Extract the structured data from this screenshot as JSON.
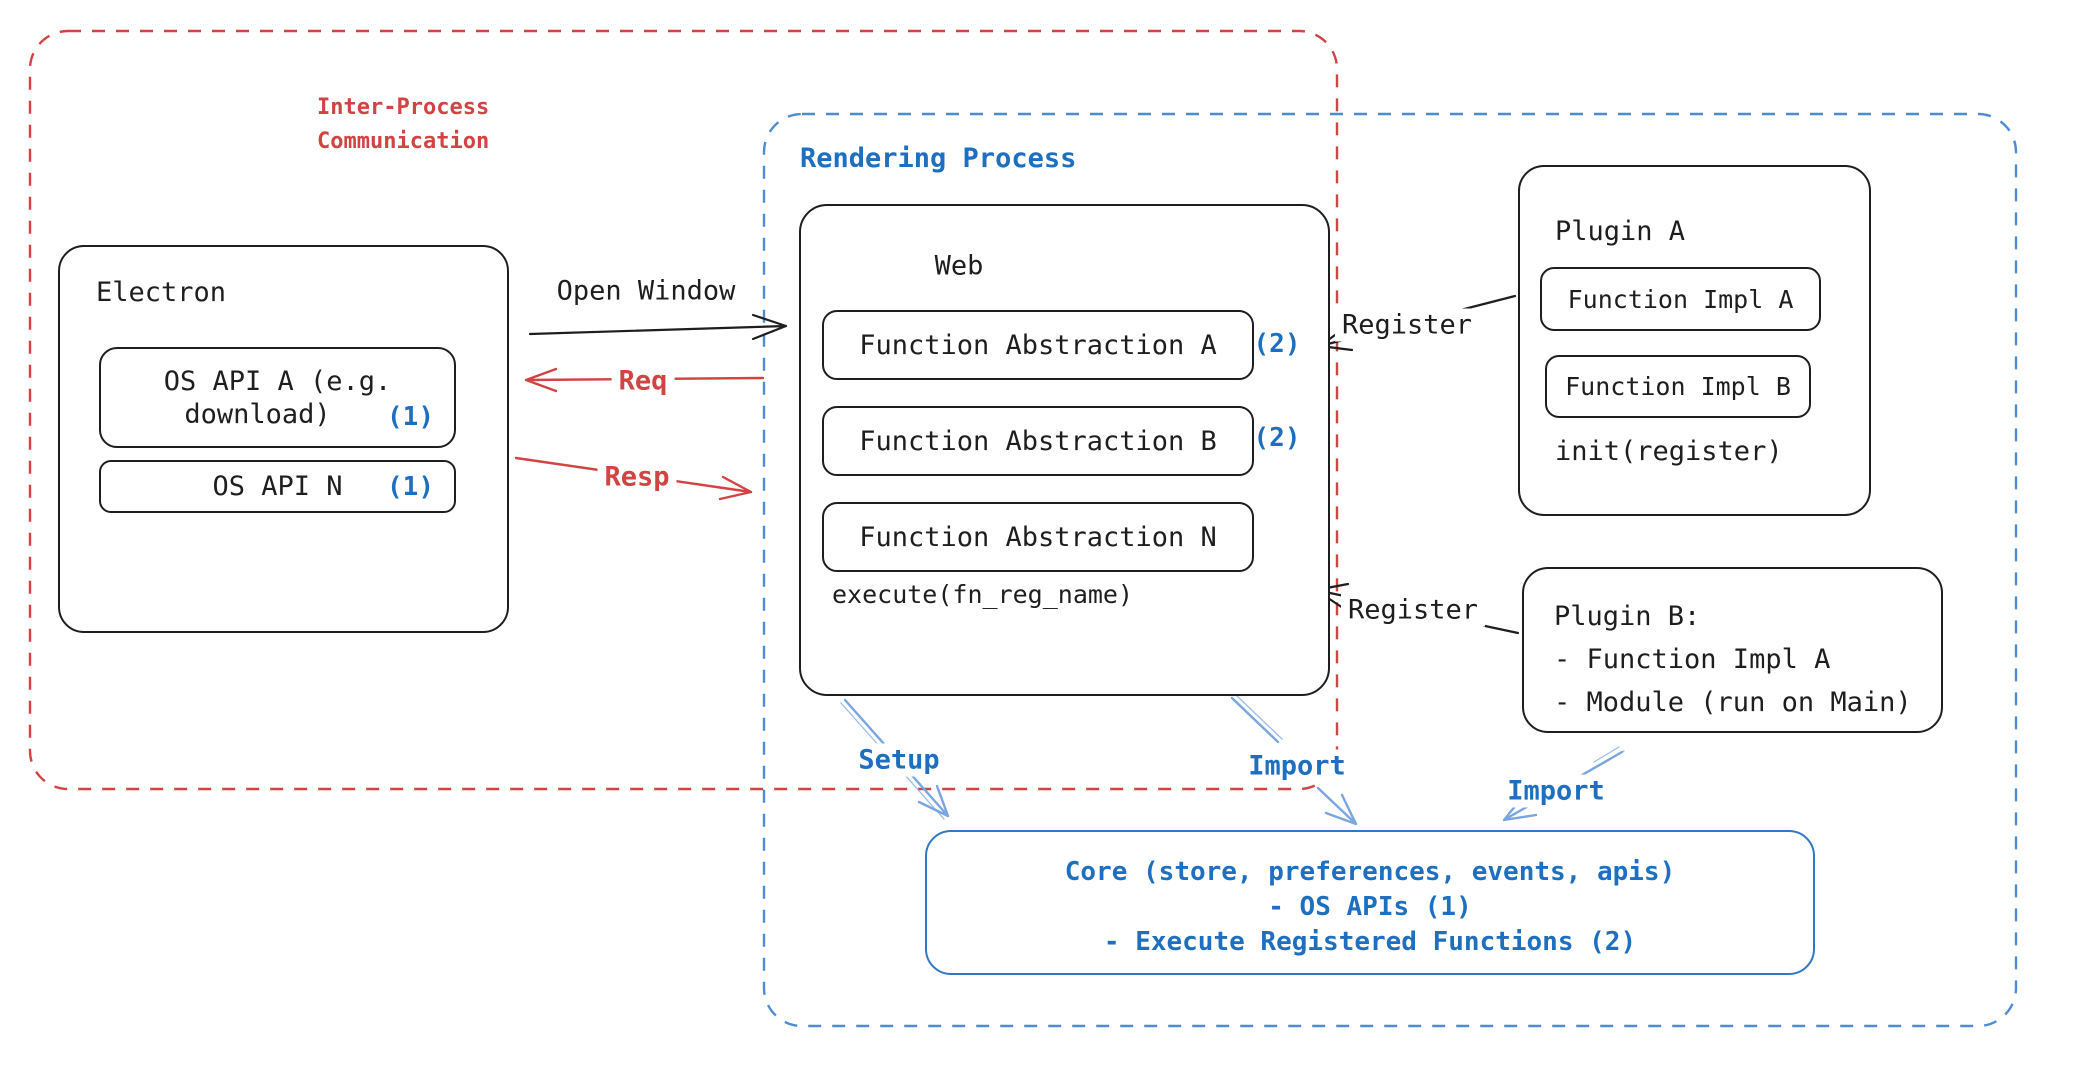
{
  "colors": {
    "ink": "#1e1e1e",
    "red": "#d24343",
    "blue_text": "#1e6fbf",
    "blue_dash": "#4e8bd0",
    "blue_arrow": "#7aa5de",
    "core_border": "#3377c4"
  },
  "ipc": {
    "line1": "Inter-Process",
    "line2": "Communication"
  },
  "rendering": {
    "label": "Rendering Process"
  },
  "electron": {
    "title": "Electron",
    "api_a_line1": "OS API A (e.g.",
    "api_a_line2": "download)",
    "api_a_num": "(1)",
    "api_n_label": "OS API N",
    "api_n_num": "(1)"
  },
  "web": {
    "title": "Web",
    "fn_a": "Function Abstraction A",
    "fn_a_num": "(2)",
    "fn_b": "Function Abstraction B",
    "fn_b_num": "(2)",
    "fn_n": "Function Abstraction N",
    "execute_label": "execute(fn_reg_name)"
  },
  "plugin_a": {
    "title": "Plugin A",
    "impl_a": "Function Impl A",
    "impl_b": "Function Impl B",
    "init_label": "init(register)"
  },
  "plugin_b": {
    "title": "Plugin B:",
    "item_1": "- Function Impl A",
    "item_2": "- Module (run on Main)"
  },
  "core": {
    "line1": "Core (store, preferences, events, apis)",
    "line2": "- OS APIs (1)",
    "line3": "- Execute Registered Functions (2)"
  },
  "arrows": {
    "open_window": "Open Window",
    "req": "Req",
    "resp": "Resp",
    "register_a": "Register",
    "register_b": "Register",
    "setup": "Setup",
    "import_a": "Import",
    "import_b": "Import"
  }
}
